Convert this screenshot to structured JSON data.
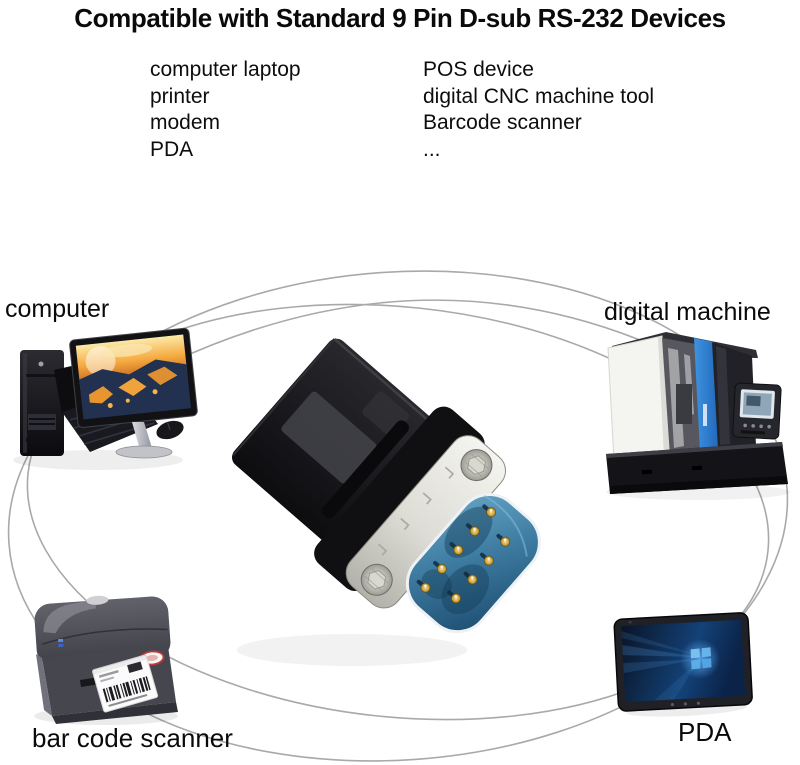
{
  "title": "Compatible with Standard 9 Pin D-sub RS-232 Devices",
  "compatibility_list": {
    "left": [
      "computer laptop",
      "printer",
      "modem",
      "PDA"
    ],
    "right": [
      "POS device",
      "digital CNC machine tool",
      "Barcode scanner",
      "..."
    ]
  },
  "device_labels": {
    "computer": "computer",
    "digital_machine": "digital machine",
    "barcode_scanner": "bar code scanner",
    "pda": "PDA"
  },
  "icons": {
    "computer": "desktop-computer-illustration",
    "digital_machine": "cnc-machine-illustration",
    "barcode_scanner": "label-printer-illustration",
    "pda": "tablet-illustration",
    "center": "db9-male-connector-photo",
    "curves": "connection-curves"
  },
  "colors": {
    "text": "#0c0c0c",
    "curve_gray": "#a9a9a9",
    "connector_insert_blue": "#3e7ca2",
    "pin_gold": "#c9a227",
    "machine_accent_blue": "#2f7fd2",
    "windows_blue": "#5aa2e8"
  }
}
